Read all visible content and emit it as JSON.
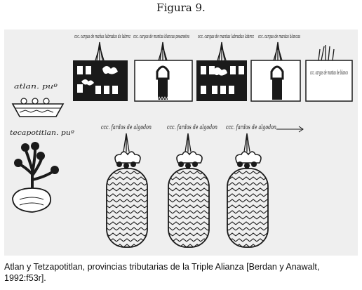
{
  "figure": {
    "title": "Figura 9.",
    "caption": "Atlan y Tetzapotitlan, provincias tributarias de la Triple Alianza [Berdan y Anawalt, 1992:f53r]."
  },
  "glyph_labels": {
    "place_1": "atlan. puº",
    "place_2": "tecapotitlan. puº",
    "cloth_1": "ccc. cargas de mañas labradas ds labrez",
    "cloth_2": "ccc. cargas de mantas blancas pooanetes",
    "cloth_3": "ccc. cargas de mantas labradas labrez",
    "cloth_4": "ccc. cargas de mantas blancas",
    "cloth_5": "ccc. cargas de mantas de blanco",
    "cotton_1": "ccc. fardos de algodon",
    "cotton_2": "ccc. fardos de algodon",
    "cotton_3": "ccc. fardos de algodon"
  },
  "colors": {
    "ink": "#1a1a1a",
    "paper": "#efefef"
  }
}
